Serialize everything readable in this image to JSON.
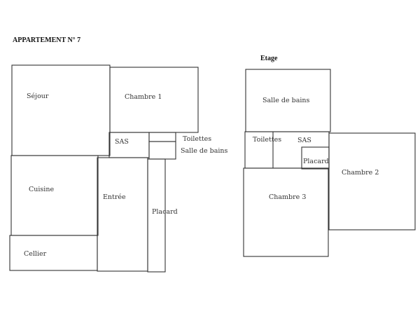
{
  "title": "APPARTEMENT N° 7",
  "ground_floor": {
    "rooms": {
      "sejour": "Séjour",
      "chambre1": "Chambre 1",
      "sas": "SAS",
      "toilettes": "Toilettes",
      "salle_de_bains": "Salle de bains",
      "cuisine": "Cuisine",
      "entree": "Entrée",
      "placard": "Placard",
      "cellier": "Cellier"
    }
  },
  "upper_floor": {
    "heading": "Etage",
    "rooms": {
      "salle_de_bains": "Salle de bains",
      "toilettes": "Toilettes",
      "sas": "SAS",
      "placard": "Placard",
      "chambre2": "Chambre 2",
      "chambre3": "Chambre 3"
    }
  }
}
